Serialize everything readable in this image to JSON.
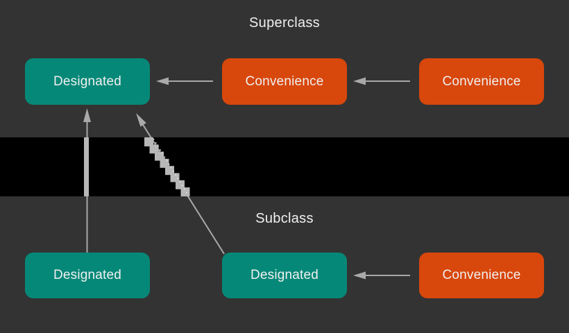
{
  "colors": {
    "background": "#333333",
    "band": "#000000",
    "designated": "#068878",
    "convenience": "#d8470c",
    "arrow": "#a9a9a9",
    "arrow_thick": "#b7b7b7",
    "dash": "#e0e0e0",
    "text": "#f0f0f0"
  },
  "sections": {
    "superclass": {
      "label": "Superclass",
      "boxes": [
        {
          "label": "Designated",
          "kind": "designated"
        },
        {
          "label": "Convenience",
          "kind": "convenience"
        },
        {
          "label": "Convenience",
          "kind": "convenience"
        }
      ]
    },
    "subclass": {
      "label": "Subclass",
      "boxes": [
        {
          "label": "Designated",
          "kind": "designated"
        },
        {
          "label": "Designated",
          "kind": "designated"
        },
        {
          "label": "Convenience",
          "kind": "convenience"
        }
      ]
    }
  },
  "relationships": [
    {
      "from": "superclass-convenience-1",
      "to": "superclass-designated",
      "type": "delegates-across"
    },
    {
      "from": "superclass-convenience-2",
      "to": "superclass-convenience-1",
      "type": "delegates-across"
    },
    {
      "from": "subclass-designated-1",
      "to": "superclass-designated",
      "type": "delegates-up"
    },
    {
      "from": "subclass-designated-2",
      "to": "superclass-designated",
      "type": "delegates-up"
    },
    {
      "from": "subclass-convenience-1",
      "to": "subclass-designated-2",
      "type": "delegates-across"
    }
  ]
}
